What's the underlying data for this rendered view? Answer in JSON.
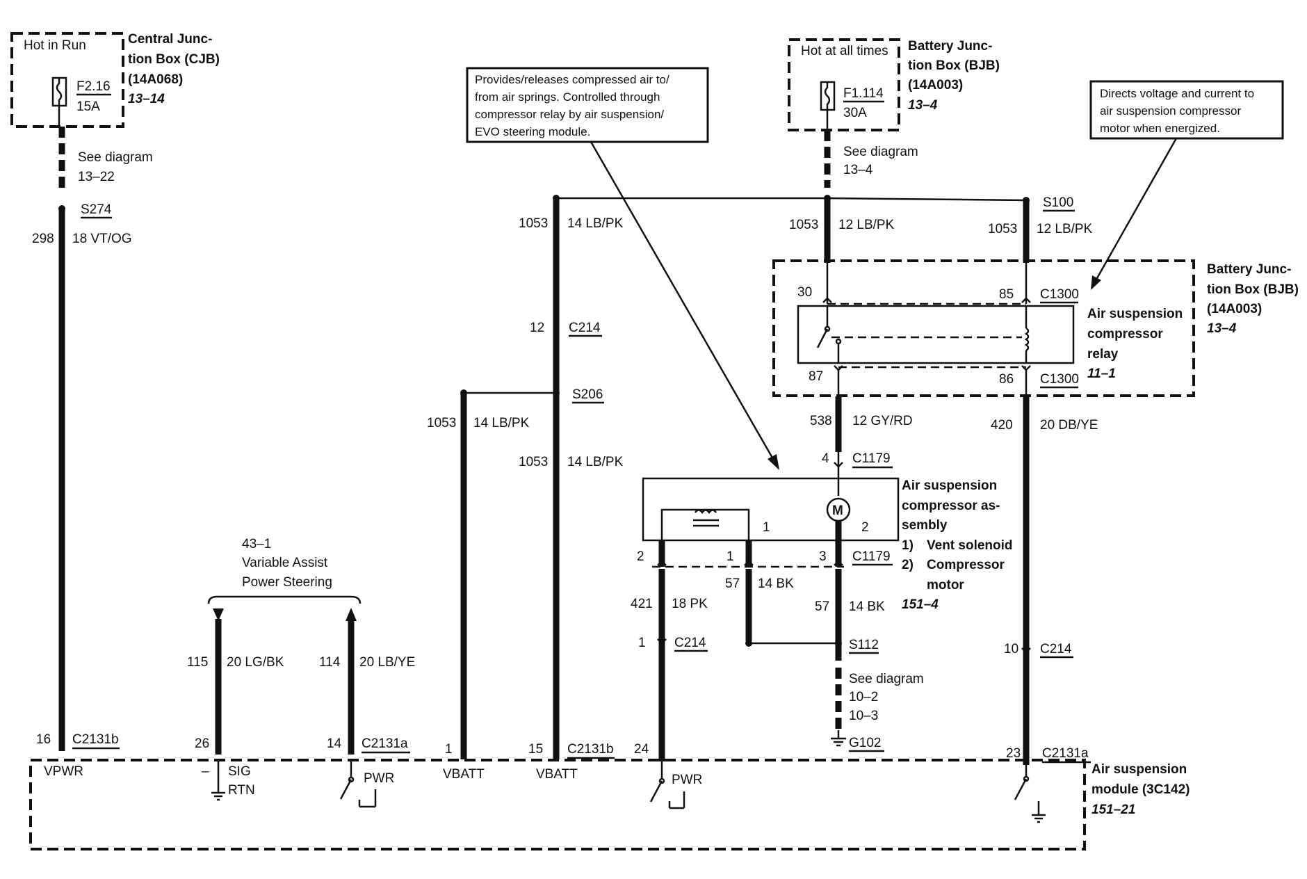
{
  "cjb": {
    "status": "Hot in Run",
    "fuse": "F2.16",
    "rating": "15A",
    "name_l1": "Central Junc-",
    "name_l2": "tion Box (CJB)",
    "part": "(14A068)",
    "ref": "13–14"
  },
  "bjb_top": {
    "status": "Hot at all times",
    "fuse": "F1.114",
    "rating": "30A",
    "name_l1": "Battery Junc-",
    "name_l2": "tion Box (BJB)",
    "part": "(14A003)",
    "ref": "13–4"
  },
  "bjb_relay": {
    "name_l1": "Battery Junc-",
    "name_l2": "tion Box (BJB)",
    "part": "(14A003)",
    "ref": "13–4",
    "relay_l1": "Air suspension",
    "relay_l2": "compressor",
    "relay_l3": "relay",
    "relay_ref": "11–1",
    "pin30": "30",
    "pin85": "85",
    "pin87": "87",
    "pin86": "86",
    "conn_top": "C1300",
    "conn_bottom": "C1300"
  },
  "notes": {
    "springs": [
      "Provides/releases compressed air to/",
      "from air springs. Controlled through",
      "compressor relay by air suspension/",
      "EVO steering module."
    ],
    "relay": [
      "Directs voltage and current to",
      "air suspension compressor",
      "motor when energized."
    ]
  },
  "see_diagram": {
    "label": "See diagram",
    "left_ref": "13–22",
    "bjb_ref": "13–4",
    "ground_ref1": "10–2",
    "ground_ref2": "10–3"
  },
  "splices": {
    "s274": "S274",
    "s100": "S100",
    "s206": "S206",
    "s112": "S112"
  },
  "wires": {
    "w298_num": "298",
    "w298_desc": "18 VT/OG",
    "w1053_num": "1053",
    "w1053_lb": "14 LB/PK",
    "w1053_12": "12 LB/PK",
    "w538_num": "538",
    "w538_desc": "12 GY/RD",
    "w420_num": "420",
    "w420_desc": "20 DB/YE",
    "w421_num": "421",
    "w421_desc": "18 PK",
    "w57_num": "57",
    "w57_desc": "14 BK",
    "w115_num": "115",
    "w115_desc": "20 LG/BK",
    "w114_num": "114",
    "w114_desc": "20 LB/YE"
  },
  "connectors": {
    "c214": "C214",
    "c1179": "C1179",
    "c2131a": "C2131a",
    "c2131b": "C2131b",
    "g102": "G102"
  },
  "pins": {
    "p12": "12",
    "p4": "4",
    "p2": "2",
    "p1": "1",
    "p3": "3",
    "p10": "10",
    "p16": "16",
    "p26": "26",
    "p14": "14",
    "p15": "15",
    "p24": "24",
    "p23": "23",
    "motor1": "1",
    "motor2": "2"
  },
  "vaps": {
    "ref": "43–1",
    "l1": "Variable Assist",
    "l2": "Power Steering"
  },
  "compressor": {
    "l1": "Air suspension",
    "l2": "compressor as-",
    "l3": "sembly",
    "item1_num": "1)",
    "item1": "Vent solenoid",
    "item2_num": "2)",
    "item2": "Compressor",
    "item2b": "motor",
    "ref": "151–4",
    "motor_symbol": "M"
  },
  "module": {
    "vpwr": "VPWR",
    "minus": "–",
    "sig": "SIG",
    "rtn": "RTN",
    "pwr1": "PWR",
    "vbatt1": "VBATT",
    "vbatt2": "VBATT",
    "pwr2": "PWR",
    "name_l1": "Air suspension",
    "name_l2": "module (3C142)",
    "ref": "151–21"
  }
}
